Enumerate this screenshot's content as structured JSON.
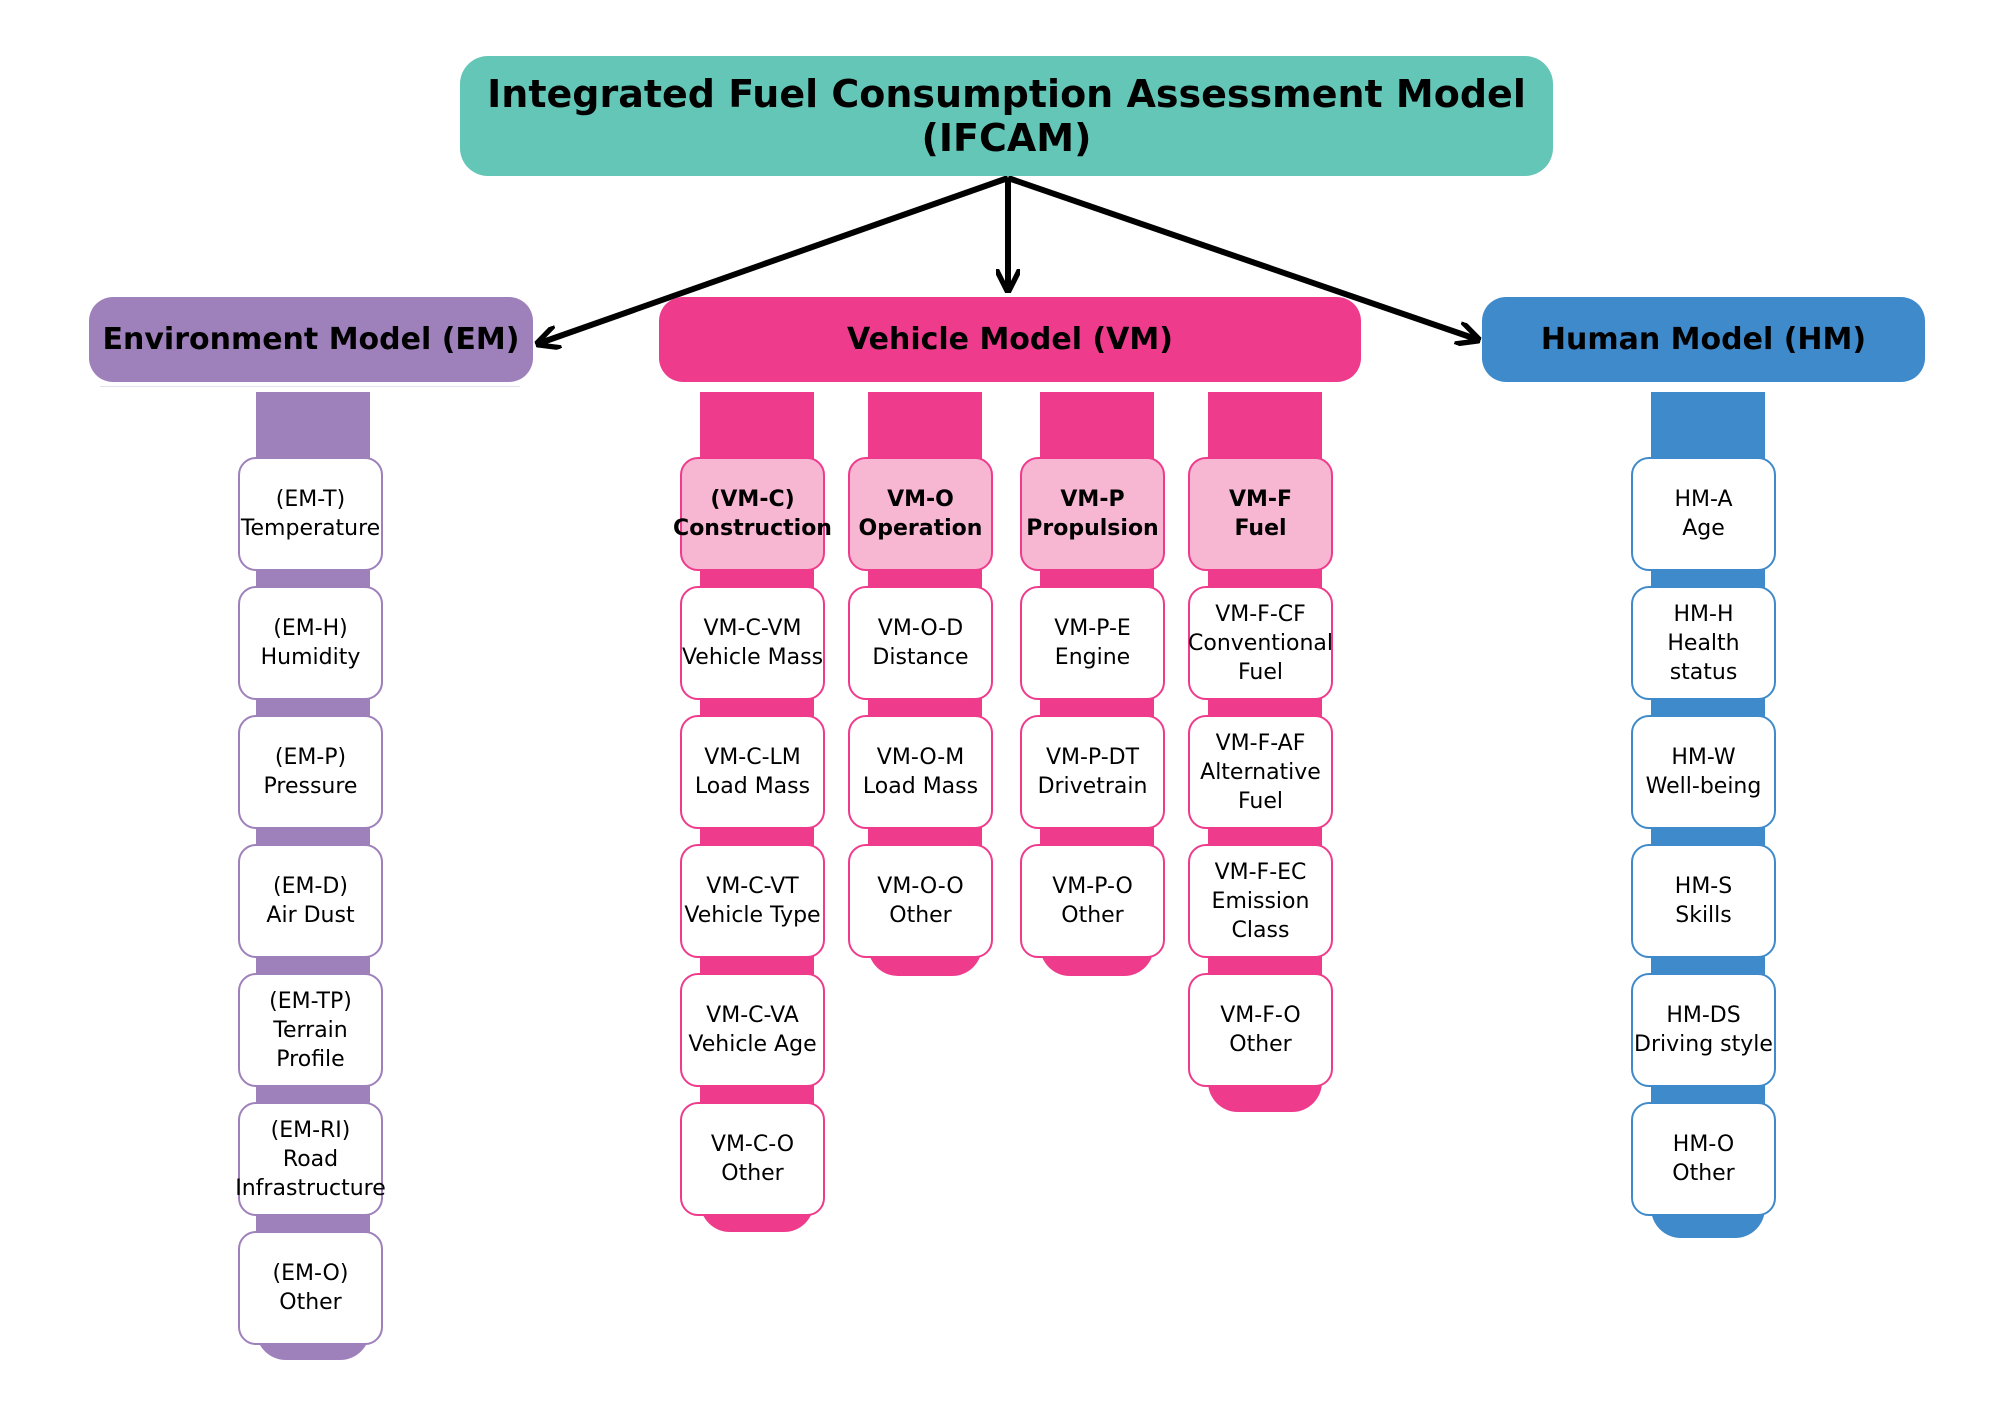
{
  "title": "Integrated Fuel Consumption Assessment Model (IFCAM)",
  "colors": {
    "root": "#63c6b6",
    "environment": "#9e80bb",
    "vehicle": "#ef3b8c",
    "vehicle_sub_fill": "#f7b6d2",
    "human": "#3f8acb"
  },
  "environment": {
    "title": "Environment Model (EM)",
    "items": [
      {
        "code": "(EM-T)",
        "label": "Temperature"
      },
      {
        "code": "(EM-H)",
        "label": "Humidity"
      },
      {
        "code": "(EM-P)",
        "label": "Pressure"
      },
      {
        "code": "(EM-D)",
        "label": "Air Dust"
      },
      {
        "code": "(EM-TP)",
        "label": "Terrain",
        "label2": "Profile"
      },
      {
        "code": "(EM-RI)",
        "label": "Road",
        "label2": "Infrastructure"
      },
      {
        "code": "(EM-O)",
        "label": "Other"
      }
    ]
  },
  "vehicle": {
    "title": "Vehicle Model (VM)",
    "groups": [
      {
        "code": "(VM-C)",
        "label": "Construction",
        "items": [
          {
            "code": "VM-C-VM",
            "label": "Vehicle Mass"
          },
          {
            "code": "VM-C-LM",
            "label": "Load Mass"
          },
          {
            "code": "VM-C-VT",
            "label": "Vehicle Type"
          },
          {
            "code": "VM-C-VA",
            "label": "Vehicle Age"
          },
          {
            "code": "VM-C-O",
            "label": "Other"
          }
        ]
      },
      {
        "code": "VM-O",
        "label": "Operation",
        "items": [
          {
            "code": "VM-O-D",
            "label": "Distance"
          },
          {
            "code": "VM-O-M",
            "label": "Load Mass"
          },
          {
            "code": "VM-O-O",
            "label": "Other"
          }
        ]
      },
      {
        "code": "VM-P",
        "label": "Propulsion",
        "items": [
          {
            "code": "VM-P-E",
            "label": "Engine"
          },
          {
            "code": "VM-P-DT",
            "label": "Drivetrain"
          },
          {
            "code": "VM-P-O",
            "label": "Other"
          }
        ]
      },
      {
        "code": "VM-F",
        "label": "Fuel",
        "items": [
          {
            "code": "VM-F-CF",
            "label": "Conventional",
            "label2": "Fuel"
          },
          {
            "code": "VM-F-AF",
            "label": "Alternative",
            "label2": "Fuel"
          },
          {
            "code": "VM-F-EC",
            "label": "Emission",
            "label2": "Class"
          },
          {
            "code": "VM-F-O",
            "label": "Other"
          }
        ]
      }
    ]
  },
  "human": {
    "title": "Human Model (HM)",
    "items": [
      {
        "code": "HM-A",
        "label": "Age"
      },
      {
        "code": "HM-H",
        "label": "Health",
        "label2": "status"
      },
      {
        "code": "HM-W",
        "label": "Well-being"
      },
      {
        "code": "HM-S",
        "label": "Skills"
      },
      {
        "code": "HM-DS",
        "label": "Driving style"
      },
      {
        "code": "HM-O",
        "label": "Other"
      }
    ]
  }
}
